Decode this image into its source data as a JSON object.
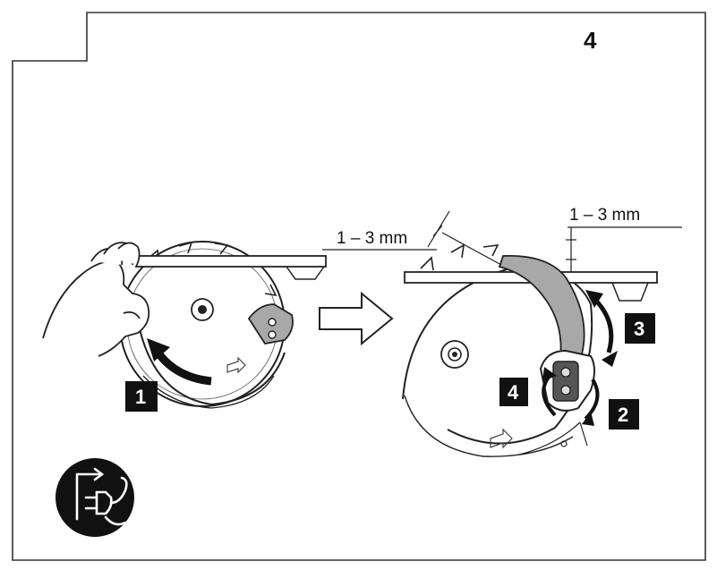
{
  "figure": {
    "number": "4"
  },
  "labels": {
    "clearance_left": "1 – 3 mm",
    "clearance_right": "1 – 3 mm"
  },
  "steps": [
    {
      "id": "step-1",
      "label": "1"
    },
    {
      "id": "step-2",
      "label": "2"
    },
    {
      "id": "step-3",
      "label": "3"
    },
    {
      "id": "step-4",
      "label": "4"
    }
  ],
  "icons": {
    "unplug": "unplug-power-icon",
    "transition": "right-arrow-icon"
  },
  "colors": {
    "line": "#111111",
    "guard_fill": "#a8a8a8",
    "badge": "#111111",
    "background": "#ffffff"
  }
}
